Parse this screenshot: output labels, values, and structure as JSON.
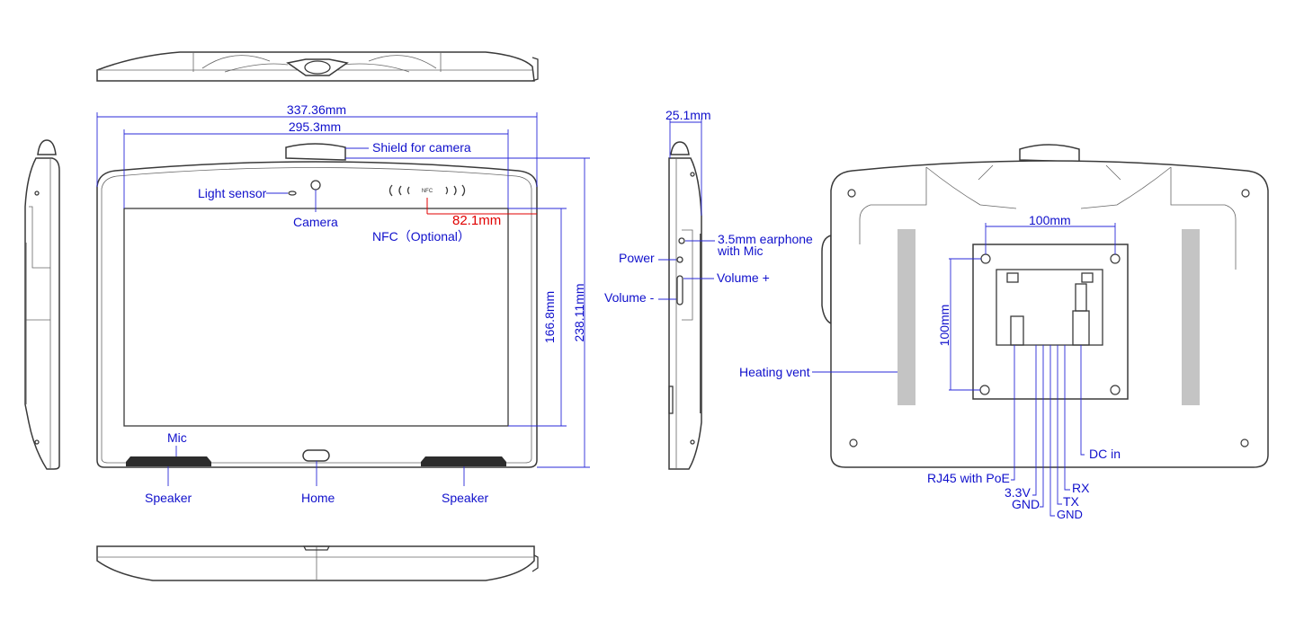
{
  "labels": {
    "width_overall": "337.36mm",
    "width_screen": "295.3mm",
    "shield_camera": "Shield for camera",
    "light_sensor": "Light sensor",
    "camera": "Camera",
    "nfc_icon": "NFC",
    "nfc_optional": "NFC（Optional）",
    "nfc_offset": "82.1mm",
    "height_screen": "166.8mm",
    "height_overall": "238.11mm",
    "mic": "Mic",
    "speaker_left": "Speaker",
    "home": "Home",
    "speaker_right": "Speaker",
    "depth": "25.1mm",
    "power": "Power",
    "earphone_line1": "3.5mm earphone",
    "earphone_line2": "with Mic",
    "volume_plus": "Volume +",
    "volume_minus": "Volume -",
    "vesa_width": "100mm",
    "vesa_height": "100mm",
    "heating_vent": "Heating vent",
    "dc_in": "DC in",
    "rj45": "RJ45 with PoE",
    "rx": "RX",
    "v33": "3.3V",
    "tx": "TX",
    "gnd1": "GND",
    "gnd2": "GND"
  }
}
